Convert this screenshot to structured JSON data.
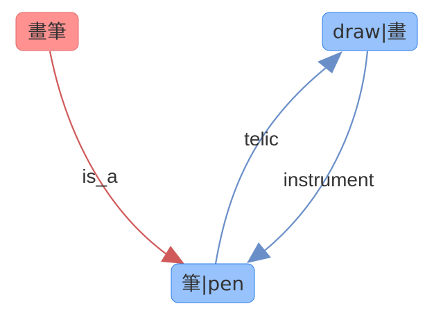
{
  "diagram": {
    "nodes": [
      {
        "id": "huabi",
        "label": "畫筆",
        "fill": "#ff9191",
        "stroke": "#e06767"
      },
      {
        "id": "draw",
        "label": "draw|畫",
        "fill": "#97c2fc",
        "stroke": "#2b7ce9"
      },
      {
        "id": "pen",
        "label": "筆|pen",
        "fill": "#97c2fc",
        "stroke": "#2b7ce9"
      }
    ],
    "edges": [
      {
        "from": "huabi",
        "to": "pen",
        "label": "is_a",
        "color": "#d05a5a"
      },
      {
        "from": "pen",
        "to": "draw",
        "label": "telic",
        "color": "#6a8fc8"
      },
      {
        "from": "draw",
        "to": "pen",
        "label": "instrument",
        "color": "#6a8fc8"
      }
    ]
  }
}
